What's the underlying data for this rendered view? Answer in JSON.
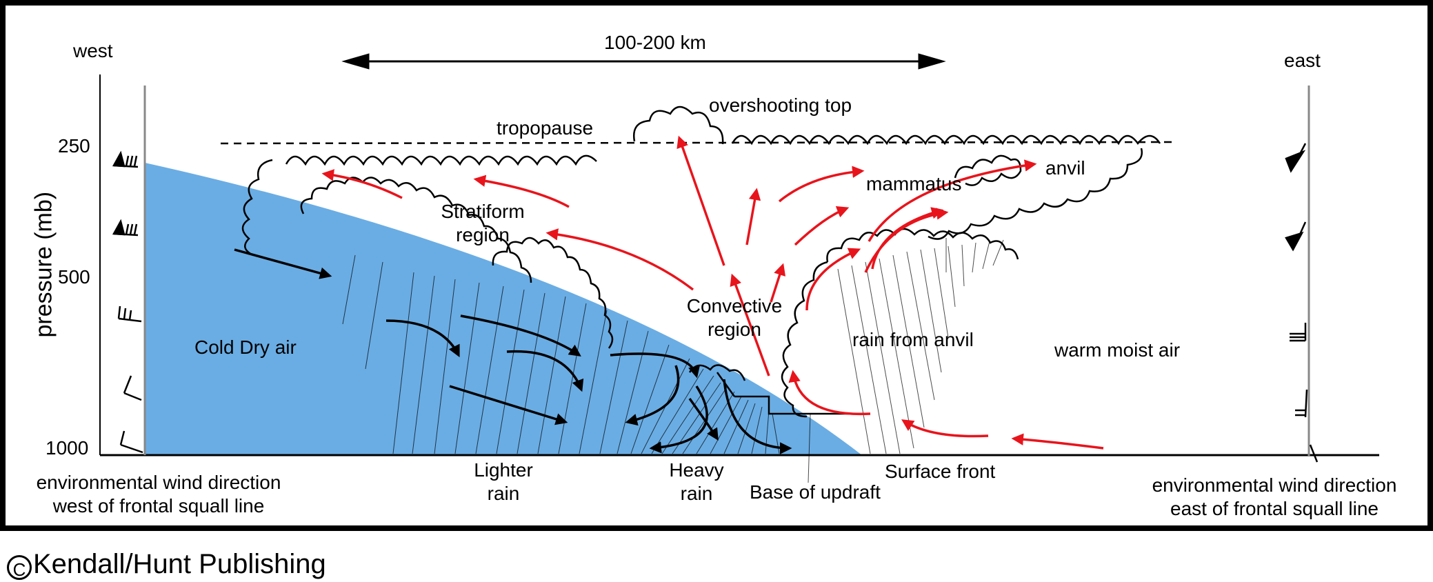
{
  "labels": {
    "west": "west",
    "east": "east",
    "scale": "100-200 km",
    "y_axis_label": "pressure (mb)",
    "pressure_ticks": [
      "250",
      "500",
      "1000"
    ],
    "tropopause": "tropopause",
    "overshooting_top": "overshooting top",
    "anvil": "anvil",
    "mammatus": "mammatus",
    "stratiform_line1": "Stratiform",
    "stratiform_line2": "region",
    "convective_line1": "Convective",
    "convective_line2": "region",
    "rain_from_anvil": "rain from anvil",
    "cold_dry_air": "Cold Dry air",
    "warm_moist_air": "warm moist air",
    "lighter_rain_line1": "Lighter",
    "lighter_rain_line2": "rain",
    "heavy_rain_line1": "Heavy",
    "heavy_rain_line2": "rain",
    "base_of_updraft": "Base of updraft",
    "surface_front": "Surface front",
    "env_west_line1": "environmental wind direction",
    "env_west_line2": "west of frontal squall line",
    "env_east_line1": "environmental wind direction",
    "env_east_line2": "east of frontal squall line"
  },
  "credit": {
    "copyright_symbol": "C",
    "text": "Kendall/Hunt Publishing"
  },
  "colors": {
    "cold_air": "#6aade4",
    "airflow_arrows": "#e8141c",
    "frame": "#000000"
  }
}
